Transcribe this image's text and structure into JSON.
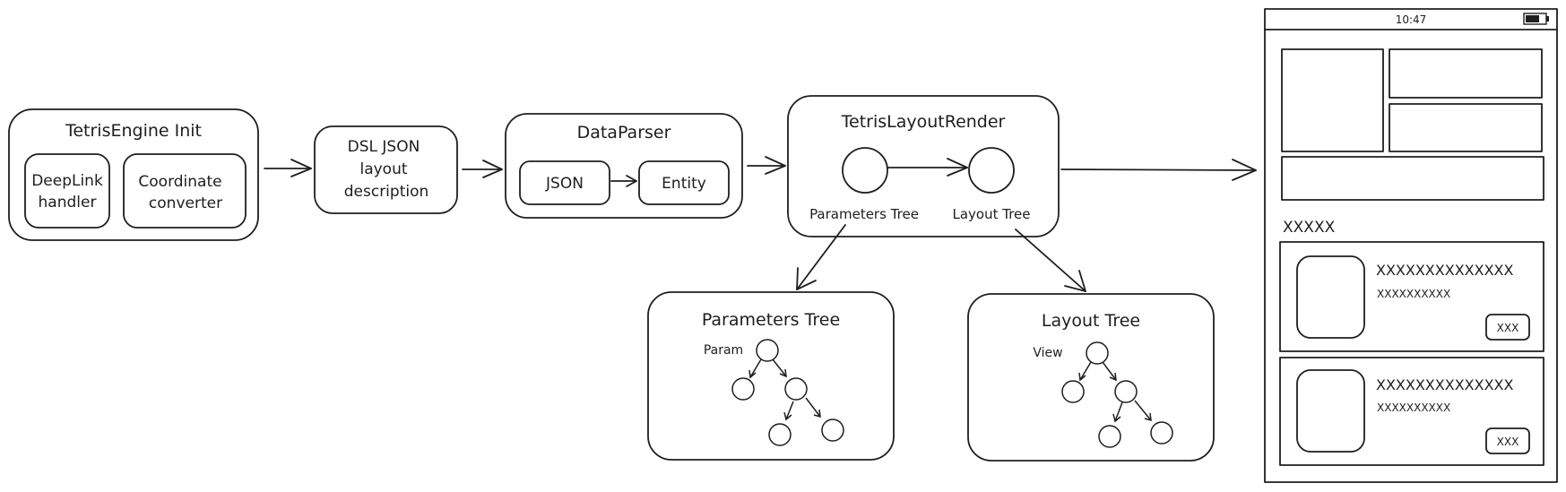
{
  "engine_init": {
    "title": "TetrisEngine Init",
    "deeplink_line1": "DeepLink",
    "deeplink_line2": "handler",
    "coord_line1": "Coordinate",
    "coord_line2": "converter"
  },
  "dsl": {
    "line1": "DSL JSON",
    "line2": "layout",
    "line3": "description"
  },
  "data_parser": {
    "title": "DataParser",
    "json_label": "JSON",
    "entity_label": "Entity"
  },
  "layout_render": {
    "title": "TetrisLayoutRender",
    "params_label": "Parameters Tree",
    "layout_label": "Layout Tree"
  },
  "params_tree": {
    "title": "Parameters Tree",
    "root_label": "Param"
  },
  "layout_tree": {
    "title": "Layout Tree",
    "root_label": "View"
  },
  "phone": {
    "time": "10:47",
    "section_label": "XXXXX",
    "cards": [
      {
        "title": "XXXXXXXXXXXXXX",
        "subtitle": "XXXXXXXXXX",
        "button": "XXX"
      },
      {
        "title": "XXXXXXXXXXXXXX",
        "subtitle": "XXXXXXXXXX",
        "button": "XXX"
      }
    ]
  },
  "colors": {
    "pink_hatch": "#f2a5b4",
    "blue_hatch": "#74b6e6",
    "green_hatch": "#7dd17d",
    "yellow_hatch": "#ecd35c",
    "green_fill": "#ebfbee",
    "yellow_fill": "#fff9db"
  }
}
